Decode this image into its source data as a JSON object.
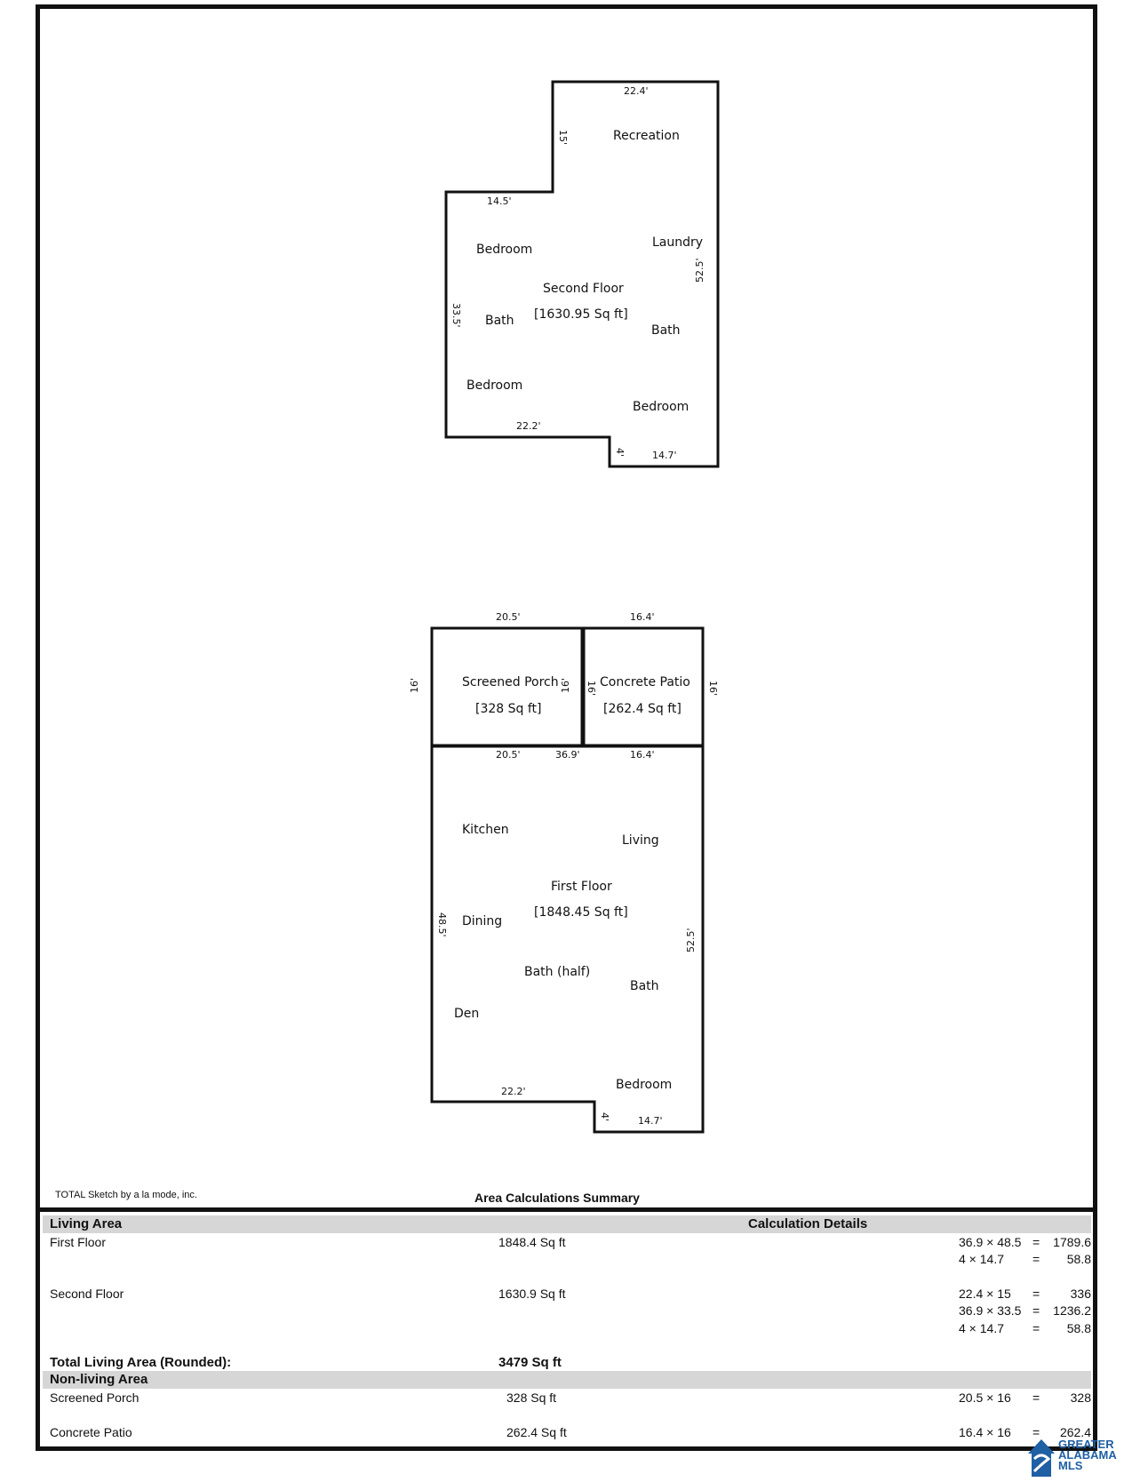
{
  "second_floor": {
    "rooms": {
      "recreation": "Recreation",
      "laundry": "Laundry",
      "bedroom_a": "Bedroom",
      "floor_name": "Second Floor",
      "floor_area": "[1630.95 Sq ft]",
      "bath_a": "Bath",
      "bath_b": "Bath",
      "bedroom_b": "Bedroom",
      "bedroom_c": "Bedroom"
    },
    "dims": {
      "top": "22.4'",
      "step_side": "15'",
      "step_top": "14.5'",
      "right": "52.5'",
      "left": "33.5'",
      "bottom_left": "22.2'",
      "notch": "4'",
      "bottom_right": "14.7'"
    }
  },
  "first_floor": {
    "rooms": {
      "screened_porch": "Screened Porch",
      "screened_porch_area": "[328 Sq ft]",
      "concrete_patio": "Concrete Patio",
      "concrete_patio_area": "[262.4 Sq ft]",
      "kitchen": "Kitchen",
      "living": "Living",
      "floor_name": "First Floor",
      "floor_area": "[1848.45 Sq ft]",
      "dining": "Dining",
      "bath_half": "Bath (half)",
      "bath": "Bath",
      "den": "Den",
      "bedroom": "Bedroom"
    },
    "dims": {
      "porch_top": "20.5'",
      "patio_top": "16.4'",
      "porch_left": "16'",
      "porch_right": "16'",
      "patio_left": "16'",
      "patio_right": "16'",
      "mid_left": "20.5'",
      "mid_center": "36.9'",
      "mid_right": "16.4'",
      "left": "48.5'",
      "right": "52.5'",
      "bottom_left": "22.2'",
      "notch": "4'",
      "bottom_right": "14.7'"
    }
  },
  "credit": "TOTAL Sketch by a la mode, inc.",
  "summary": {
    "title": "Area Calculations Summary",
    "living_area_header": "Living Area",
    "calc_details_header": "Calculation Details",
    "rows": {
      "first_floor": {
        "name": "First Floor",
        "area": "1848.4 Sq ft",
        "calcs": [
          {
            "expr": "36.9 × 48.5",
            "eq": "=",
            "result": "1789.6"
          },
          {
            "expr": "4 × 14.7",
            "eq": "=",
            "result": "58.8"
          }
        ]
      },
      "second_floor": {
        "name": "Second Floor",
        "area": "1630.9 Sq ft",
        "calcs": [
          {
            "expr": "22.4 × 15",
            "eq": "=",
            "result": "336"
          },
          {
            "expr": "36.9 × 33.5",
            "eq": "=",
            "result": "1236.2"
          },
          {
            "expr": "4 × 14.7",
            "eq": "=",
            "result": "58.8"
          }
        ]
      }
    },
    "total_label": "Total Living Area (Rounded):",
    "total_value": "3479 Sq ft",
    "non_living_header": "Non-living Area",
    "non_living": {
      "screened_porch": {
        "name": "Screened Porch",
        "area": "328 Sq ft",
        "expr": "20.5 × 16",
        "eq": "=",
        "result": "328"
      },
      "concrete_patio": {
        "name": "Concrete Patio",
        "area": "262.4 Sq ft",
        "expr": "16.4 × 16",
        "eq": "=",
        "result": "262.4"
      }
    }
  },
  "logo": {
    "line1": "GREATER",
    "line2": "ALABAMA",
    "line3": "MLS",
    "color": "#1f5fa3"
  }
}
